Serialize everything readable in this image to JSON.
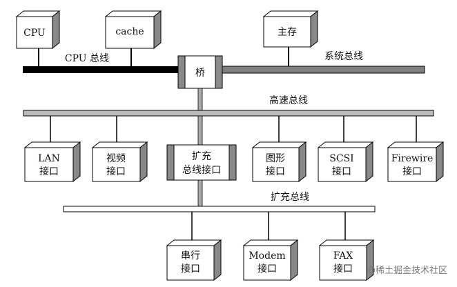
{
  "boxes": {
    "cpu": [
      "CPU"
    ],
    "cache": [
      "cache"
    ],
    "main_memory": [
      "主存"
    ],
    "bridge": [
      "桥"
    ],
    "lan": [
      "LAN",
      "接口"
    ],
    "video": [
      "视频",
      "接口"
    ],
    "expansion_bus_interface": [
      "扩充",
      "总线接口"
    ],
    "graphics": [
      "图形",
      "接口"
    ],
    "scsi": [
      "SCSI",
      "接口"
    ],
    "firewire": [
      "Firewire",
      "接口"
    ],
    "serial": [
      "串行",
      "接口"
    ],
    "modem": [
      "Modem",
      "接口"
    ],
    "fax": [
      "FAX",
      "接口"
    ]
  },
  "buses": {
    "cpu_bus": "CPU 总线",
    "system_bus": "系统总线",
    "high_speed_bus": "高速总线",
    "expansion_bus": "扩充总线"
  },
  "watermark": "@稀土掘金技术社区"
}
